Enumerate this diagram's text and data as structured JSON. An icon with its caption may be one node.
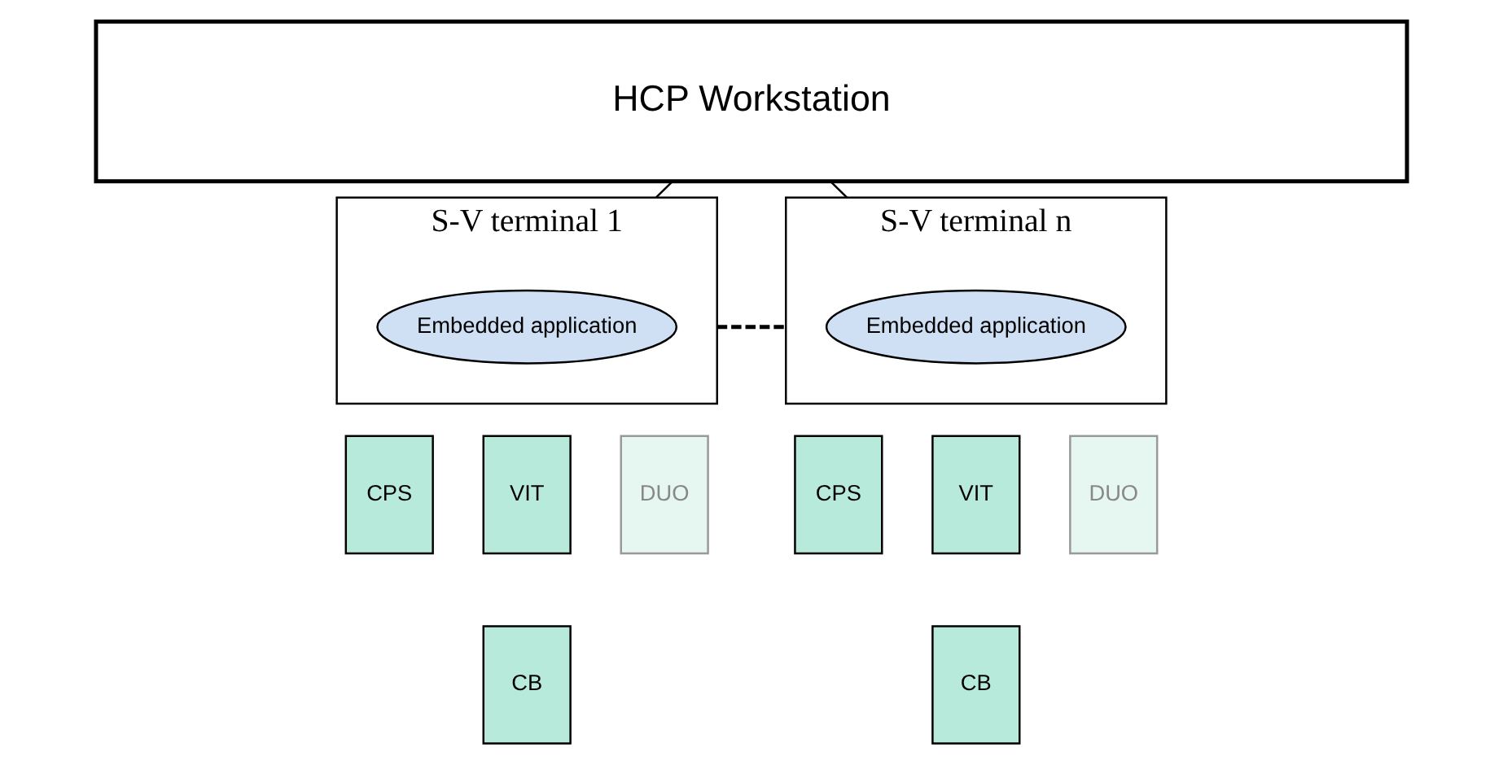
{
  "diagram": {
    "nodes": [
      {
        "text": [
          "HCP Workstation"
        ]
      },
      {
        "text": [
          "S-V terminal 1"
        ]
      },
      {
        "text": [
          "Embedded application"
        ],
        "in": 1
      },
      {
        "text": [
          "CPS"
        ]
      },
      {
        "text": [
          "VIT"
        ]
      },
      {
        "text": [
          "DUO"
        ]
      },
      {
        "text": [
          "CB"
        ]
      },
      {
        "text": [
          "S-V terminal n"
        ]
      },
      {
        "text": [
          "Embedded application"
        ],
        "in": 7
      },
      {
        "text": [
          "CPS"
        ]
      },
      {
        "text": [
          "VIT"
        ]
      },
      {
        "text": [
          "DUO"
        ]
      },
      {
        "text": [
          "CB"
        ]
      }
    ],
    "edges": [
      {
        "from": 0,
        "to": 1,
        "arrow": "none"
      },
      {
        "from": 0,
        "to": 7,
        "arrow": "none"
      },
      {
        "from": 1,
        "to": 7,
        "arrow": "none",
        "style": "dashed"
      }
    ]
  }
}
